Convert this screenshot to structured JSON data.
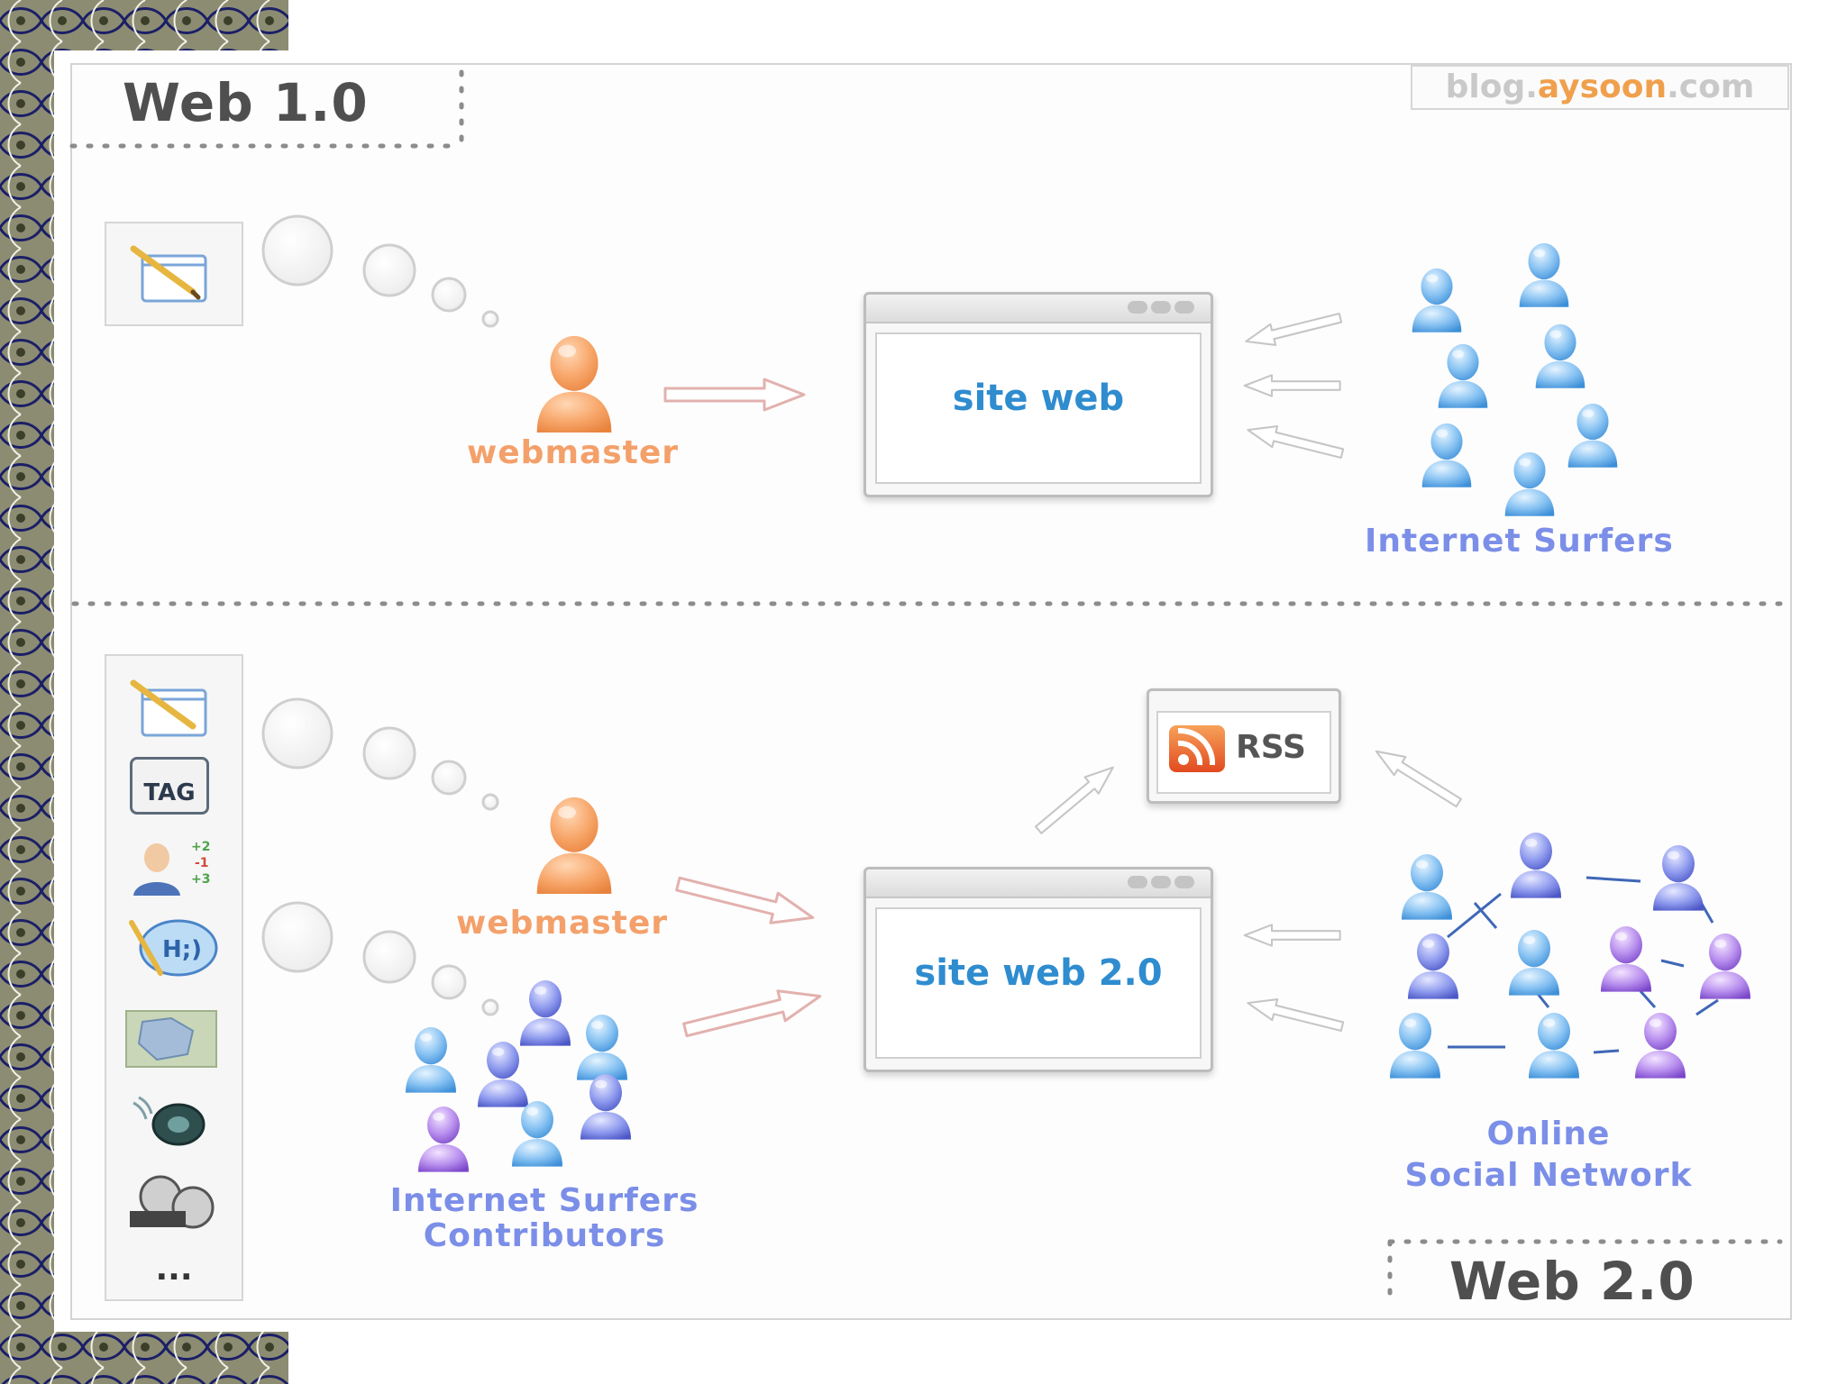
{
  "credit": {
    "prefix": "blog.",
    "middle": "aysoon",
    "suffix": ".com"
  },
  "web1": {
    "title": "Web 1.0",
    "webmaster_label": "webmaster",
    "site_label": "site web",
    "surfers_label": "Internet Surfers"
  },
  "web2": {
    "title": "Web 2.0",
    "webmaster_label": "webmaster",
    "site_label": "site web 2.0",
    "rss_label": "RSS",
    "tag_label": "TAG",
    "more_label": "...",
    "contributors_line1": "Internet Surfers",
    "contributors_line2": "Contributors",
    "network_line1": "Online",
    "network_line2": "Social Network"
  },
  "colors": {
    "orange": "#f4a06a",
    "blue_label": "#7b8ee8",
    "site_title": "#2f8ccf"
  },
  "icons": [
    "notepad-icon",
    "tag-icon",
    "rating-user-icon",
    "chat-icon",
    "map-icon",
    "speaker-icon",
    "film-reel-icon"
  ]
}
